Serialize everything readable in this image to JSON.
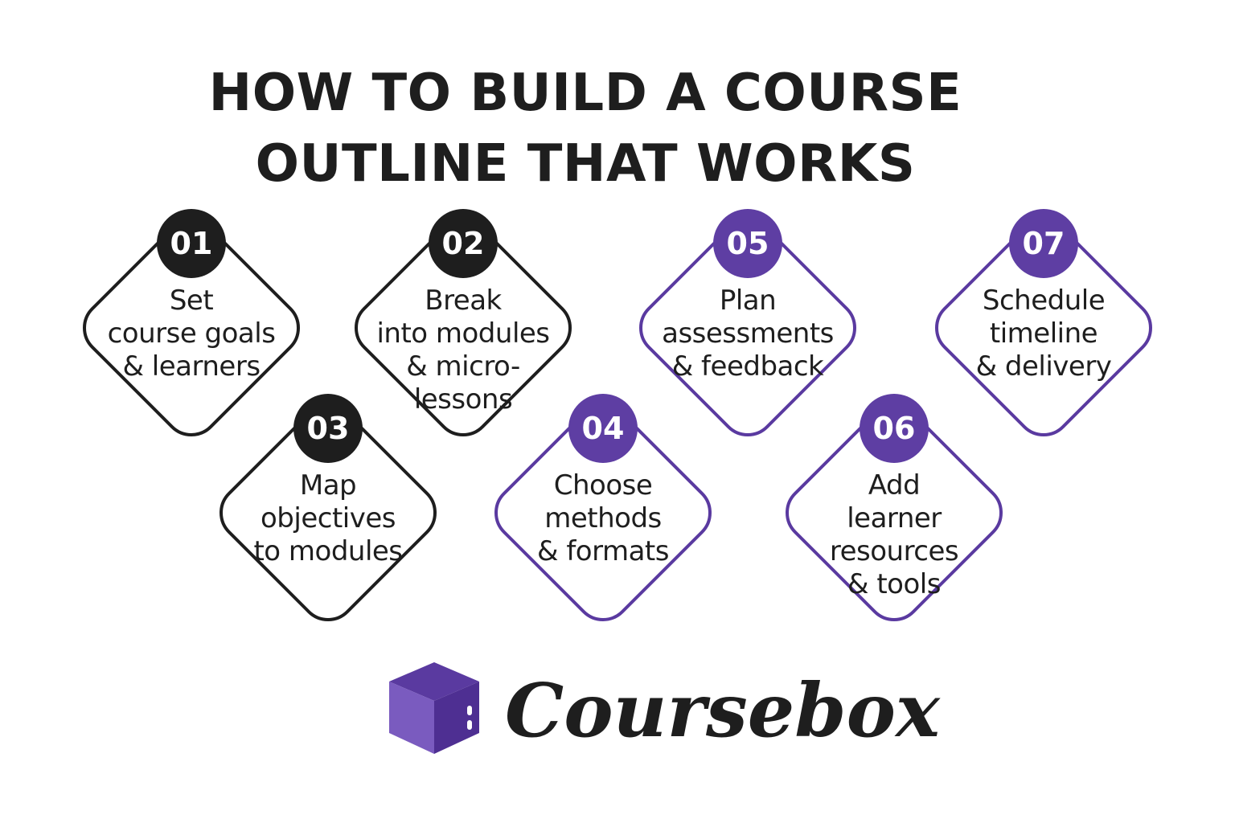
{
  "title": {
    "line1": "HOW TO BUILD A COURSE",
    "line2": "OUTLINE THAT WORKS"
  },
  "steps": [
    {
      "number": "01",
      "lines": [
        "Set",
        "course goals",
        "& learners"
      ],
      "color": "#1e1e1e"
    },
    {
      "number": "02",
      "lines": [
        "Break",
        "into modules",
        "& micro-",
        "lessons"
      ],
      "color": "#1e1e1e"
    },
    {
      "number": "03",
      "lines": [
        "Map",
        "objectives",
        "to modules"
      ],
      "color": "#1e1e1e"
    },
    {
      "number": "04",
      "lines": [
        "Choose",
        "methods",
        "& formats"
      ],
      "color": "#5e3ea3"
    },
    {
      "number": "05",
      "lines": [
        "Plan",
        "assessments",
        "& feedback"
      ],
      "color": "#5e3ea3"
    },
    {
      "number": "06",
      "lines": [
        "Add",
        "learner",
        "resources",
        "& tools"
      ],
      "color": "#5e3ea3"
    },
    {
      "number": "07",
      "lines": [
        "Schedule",
        "timeline",
        "& delivery"
      ],
      "color": "#5e3ea3"
    }
  ],
  "brand": {
    "name": "Coursebox",
    "logo_icon": "cube-icon",
    "accent": "#5e3ea3"
  }
}
